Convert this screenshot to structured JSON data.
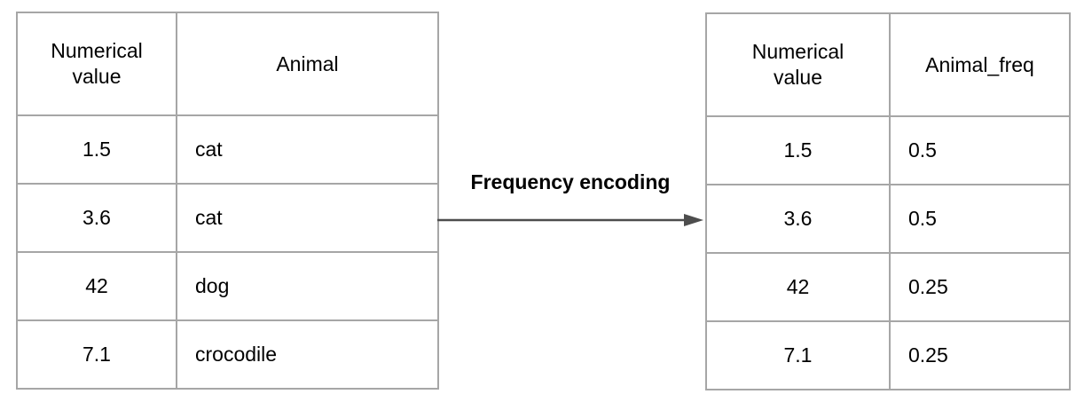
{
  "figure": {
    "transform_label": "Frequency encoding"
  },
  "colors": {
    "background": "#ffffff",
    "table_border": "#a6a6a6",
    "arrow": "#4d4d4d",
    "text": "#000000"
  },
  "left_table": {
    "headers": [
      "Numerical value",
      "Animal"
    ],
    "rows": [
      [
        "1.5",
        "cat"
      ],
      [
        "3.6",
        "cat"
      ],
      [
        "42",
        "dog"
      ],
      [
        "7.1",
        "crocodile"
      ]
    ]
  },
  "right_table": {
    "headers": [
      "Numerical value",
      "Animal_freq"
    ],
    "rows": [
      [
        "1.5",
        "0.5"
      ],
      [
        "3.6",
        "0.5"
      ],
      [
        "42",
        "0.25"
      ],
      [
        "7.1",
        "0.25"
      ]
    ]
  }
}
